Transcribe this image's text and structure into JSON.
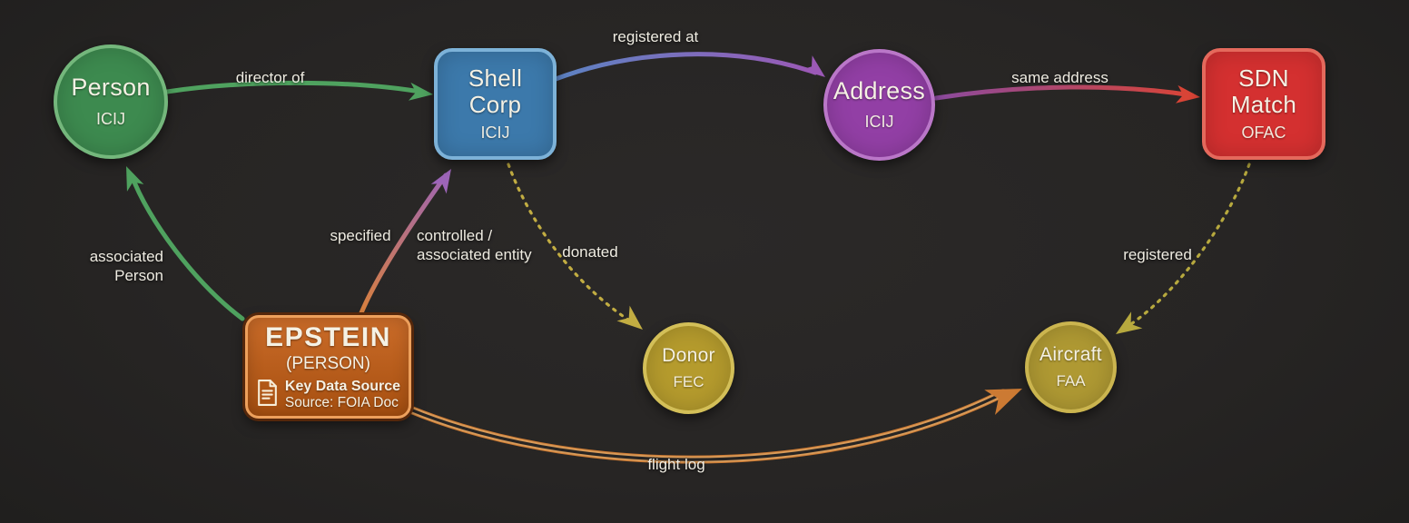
{
  "diagram": {
    "background": "#272524"
  },
  "nodes": {
    "person": {
      "title": "Person",
      "source": "ICIJ",
      "shape": "circle",
      "fill": "#3d8a4f",
      "border": "#74b77c"
    },
    "shell_corp": {
      "title": "Shell Corp",
      "source": "ICIJ",
      "shape": "rounded-square",
      "fill": "#3c79ab",
      "border": "#7db2d8"
    },
    "address": {
      "title": "Address",
      "source": "ICIJ",
      "shape": "circle",
      "fill": "#923fa5",
      "border": "#ba77c8"
    },
    "sdn_match": {
      "title": "SDN Match",
      "source": "OFAC",
      "shape": "rounded-square",
      "fill": "#d43030",
      "border": "#e4695c"
    },
    "epstein": {
      "title": "EPSTEIN",
      "subtitle": "(PERSON)",
      "key_data_label": "Key Data Source",
      "source_line": "Source: FOIA Doc",
      "shape": "rounded-rect",
      "fill_top": "#cb6c29",
      "fill_bottom": "#a64f10",
      "border": "#eda05c",
      "icon": "document-icon"
    },
    "donor": {
      "title": "Donor",
      "source": "FEC",
      "shape": "circle",
      "fill": "#b59b2d",
      "border": "#d3bf58"
    },
    "aircraft": {
      "title": "Aircraft",
      "source": "FAA",
      "shape": "circle",
      "fill": "#af9933",
      "border": "#cbb54f"
    }
  },
  "edges": {
    "director_of": {
      "label": "director of",
      "from": "Person",
      "to": "Shell Corp",
      "style": "solid",
      "color": "#4fa25f"
    },
    "registered_at": {
      "label": "registered at",
      "from": "Shell Corp",
      "to": "Address",
      "style": "solid",
      "color_from": "#5c83c3",
      "color_to": "#9b59b6"
    },
    "same_address": {
      "label": "same address",
      "from": "Address",
      "to": "SDN Match",
      "style": "solid",
      "color_from": "#8b4a9e",
      "color_to": "#d94436"
    },
    "associated_person": {
      "label": "associated\nPerson",
      "from": "EPSTEIN",
      "to": "Person",
      "style": "solid",
      "color": "#4fa25f"
    },
    "controlled": {
      "label_left": "specified",
      "label_right": "controlled /\nassociated entity",
      "from": "EPSTEIN",
      "to": "Shell Corp",
      "style": "solid",
      "color_from": "#d8803c",
      "color_to": "#9c64b8"
    },
    "donated": {
      "label": "donated",
      "from": "Shell Corp",
      "to": "Donor",
      "style": "dashed",
      "color": "#c2ad42"
    },
    "registered": {
      "label": "registered",
      "from": "SDN Match",
      "to": "Aircraft",
      "style": "dashed",
      "color": "#b7a93e"
    },
    "flight_log": {
      "label": "flight log",
      "from": "EPSTEIN",
      "to": "Aircraft",
      "style": "double",
      "color": "#cc7a33",
      "color_inner": "#d89a58"
    }
  }
}
